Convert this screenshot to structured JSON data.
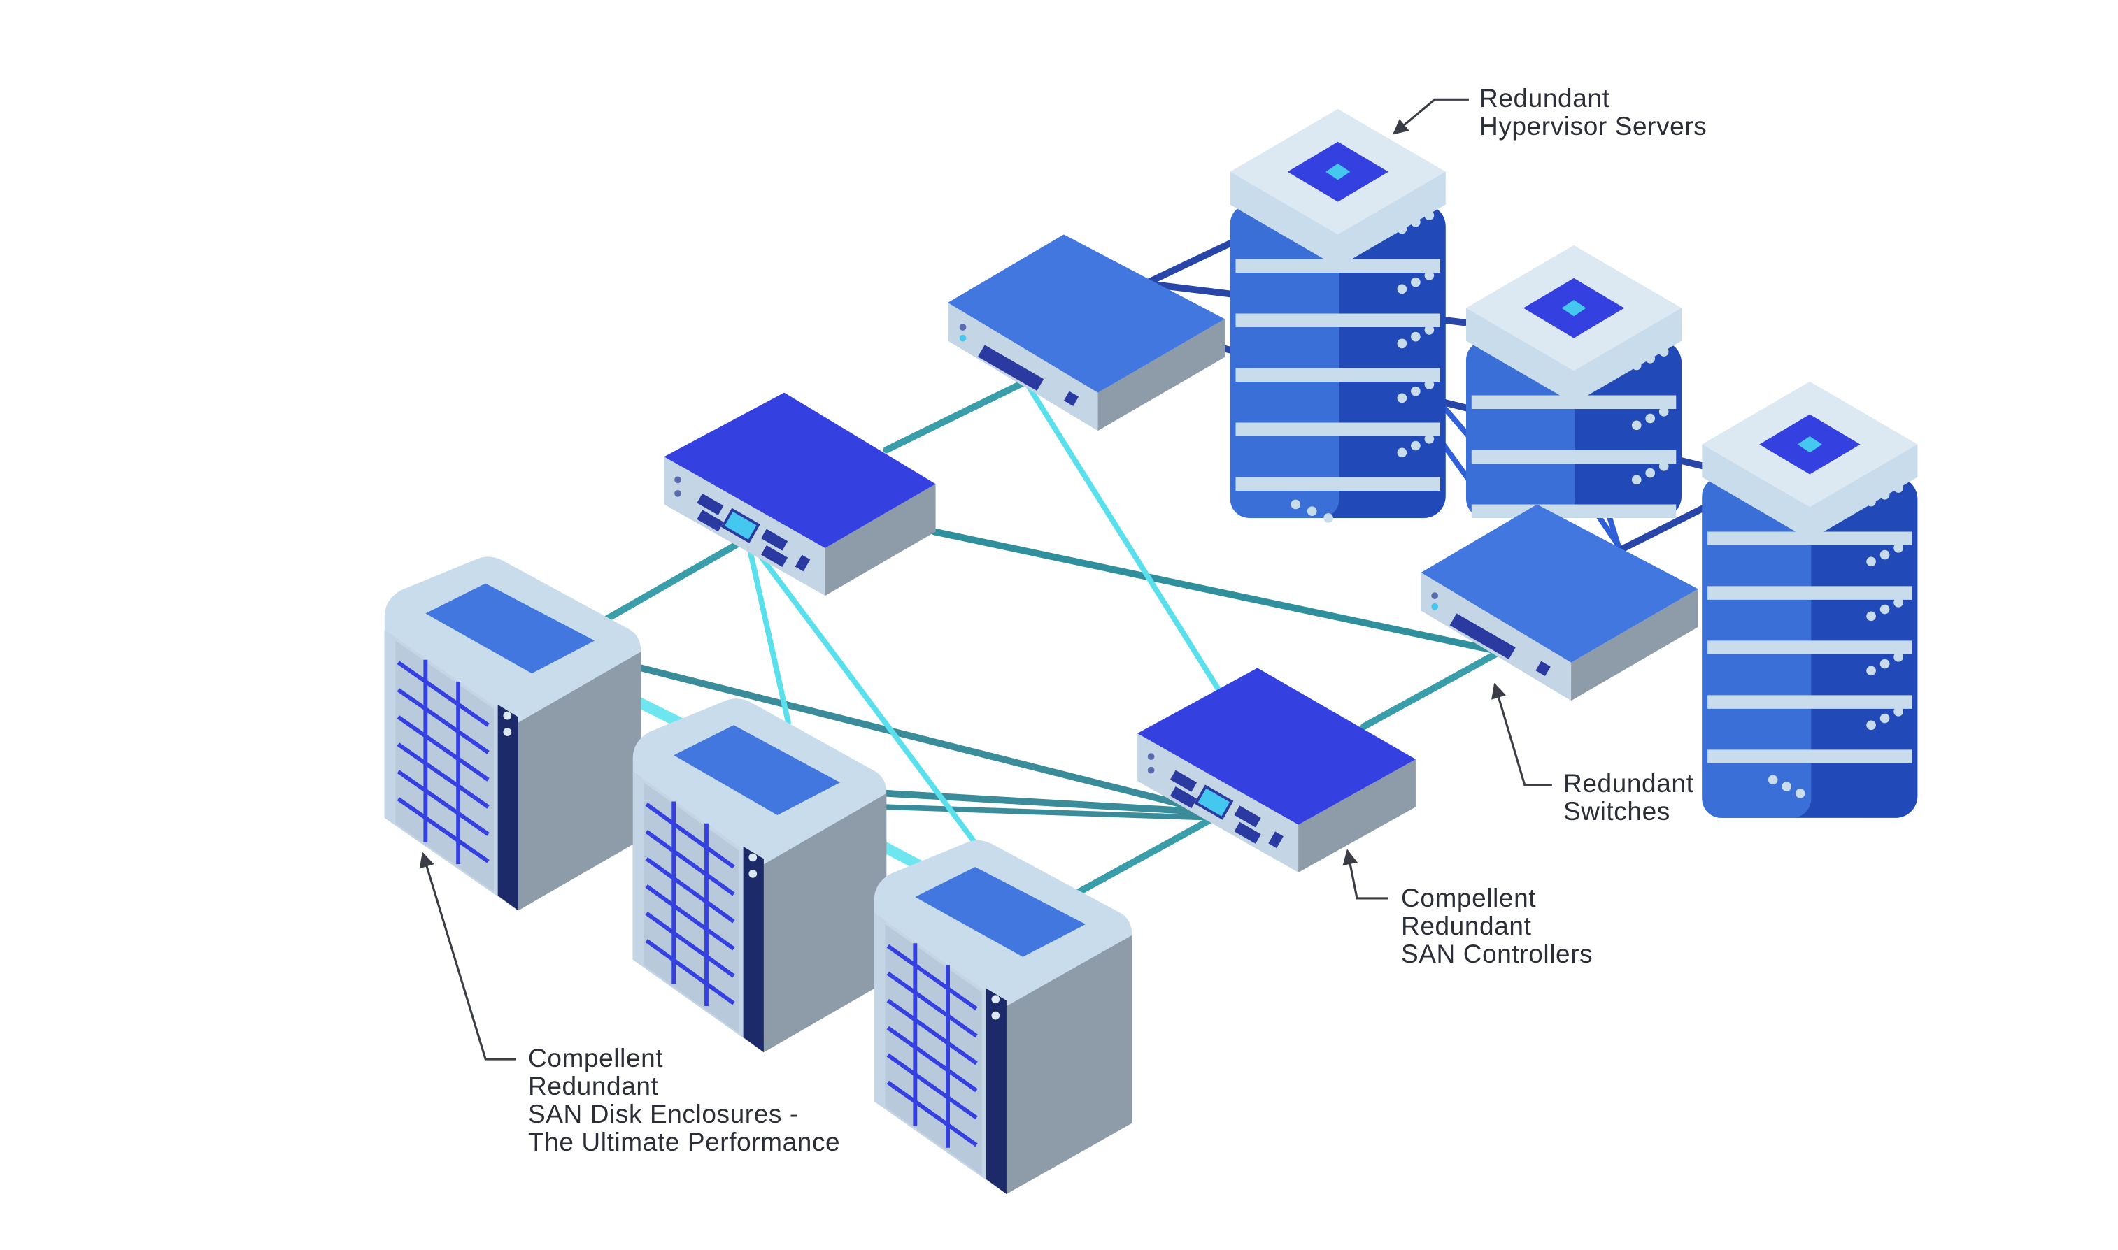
{
  "labels": {
    "hypervisor": [
      "Redundant",
      "Hypervisor Servers"
    ],
    "switches": [
      "Redundant",
      "Switches"
    ],
    "controllers": [
      "Compellent",
      "Redundant",
      "SAN Controllers"
    ],
    "enclosures": [
      "Compellent",
      "Redundant",
      "SAN Disk Enclosures -",
      "The Ultimate Performance"
    ]
  },
  "colors": {
    "device_top_dark": "#3440e0",
    "device_top_light": "#4277e0",
    "device_body": "#8e9ba8",
    "device_front": "#c4d5e6",
    "server_blue": "#3a6fd8",
    "server_blue_dark": "#2249b8",
    "tray": "#c8dcec",
    "cable_teal": "#3a9eaa",
    "cable_cyan": "#5ae0ec",
    "cable_navy": "#2846a8",
    "cable_blue": "#3060d8",
    "leader": "#3a3d45"
  }
}
